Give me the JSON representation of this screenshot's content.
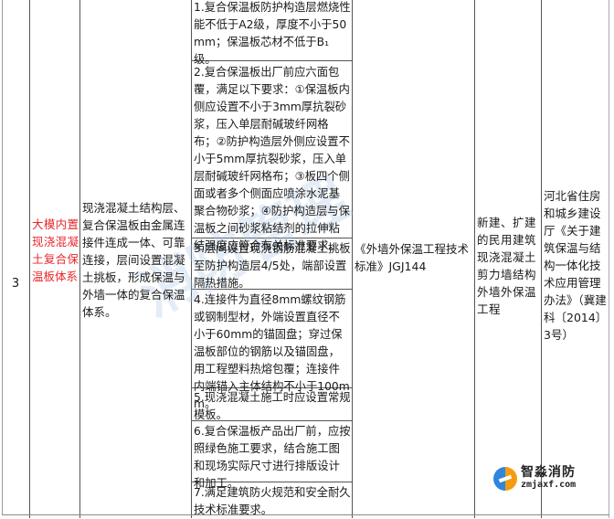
{
  "table": {
    "row": {
      "number": "3",
      "system_name": "大模内置现浇混凝土复合保温板体系",
      "description": "现浇混凝土结构层、复合保温板由金属连接件连成一体、可靠连接，层间设置混凝土挑板，形成保温与外墙一体的复合保温体系。",
      "requirements": [
        "1.复合保温板防护构造层燃烧性能不低于A2级，厚度不小于50mm；保温板芯材不低于B₁级。",
        "2.复合保温板出厂前应六面包覆，满足以下要求：①保温板内侧应设置不小于3mm厚抗裂砂浆，压入单层耐碱玻纤网格布；②防护构造层外侧应设置不小于5mm厚抗裂砂浆，压入单层耐碱玻纤网格布；③板四个侧面或者多个侧面应喷涂水泥基聚合物砂浆；④防护构造层与保温板之间砂浆粘结剂的拉伸粘结强度应符合有关标准要求。",
        "3.层间设置现浇钢筋混凝土挑板至防护构造层4/5处，端部设置隔热措施。",
        "4.连接件为直径8mm螺纹钢筋或钢制型材，外端设置直径不小于60mm的锚固盘；穿过保温板部位的钢筋以及锚固盘，用工程塑料热熔包覆；连接件内端锚入主体结构不小于100mm。",
        "5.现浇混凝土施工时应设置常规模板。",
        "6.复合保温板产品出厂前，应按照绿色施工要求，结合施工图和现场实际尺寸进行排版设计和加工。",
        "7.满足建筑防火规范和安全耐久技术标准要求。"
      ],
      "standard": "《外墙外保温工程技术标准》JGJ144",
      "scope": "新建、扩建的民用建筑现浇混凝土剪力墙结构外墙外保温工程",
      "policy_document": "河北省住房和城乡建设厅《关于建筑保温与结构一体化技术应用管理办法》（冀建科〔2014〕3号）"
    }
  },
  "watermark": {
    "text": "消防管理",
    "color": "#a9c6e8"
  },
  "logo": {
    "name": "智淼消防",
    "url_text": "zmjaxf.com",
    "icon": "flame-z-logo-icon"
  },
  "colors": {
    "system_name": "#e8262a",
    "border": "#555555",
    "text": "#1a1a1a"
  }
}
